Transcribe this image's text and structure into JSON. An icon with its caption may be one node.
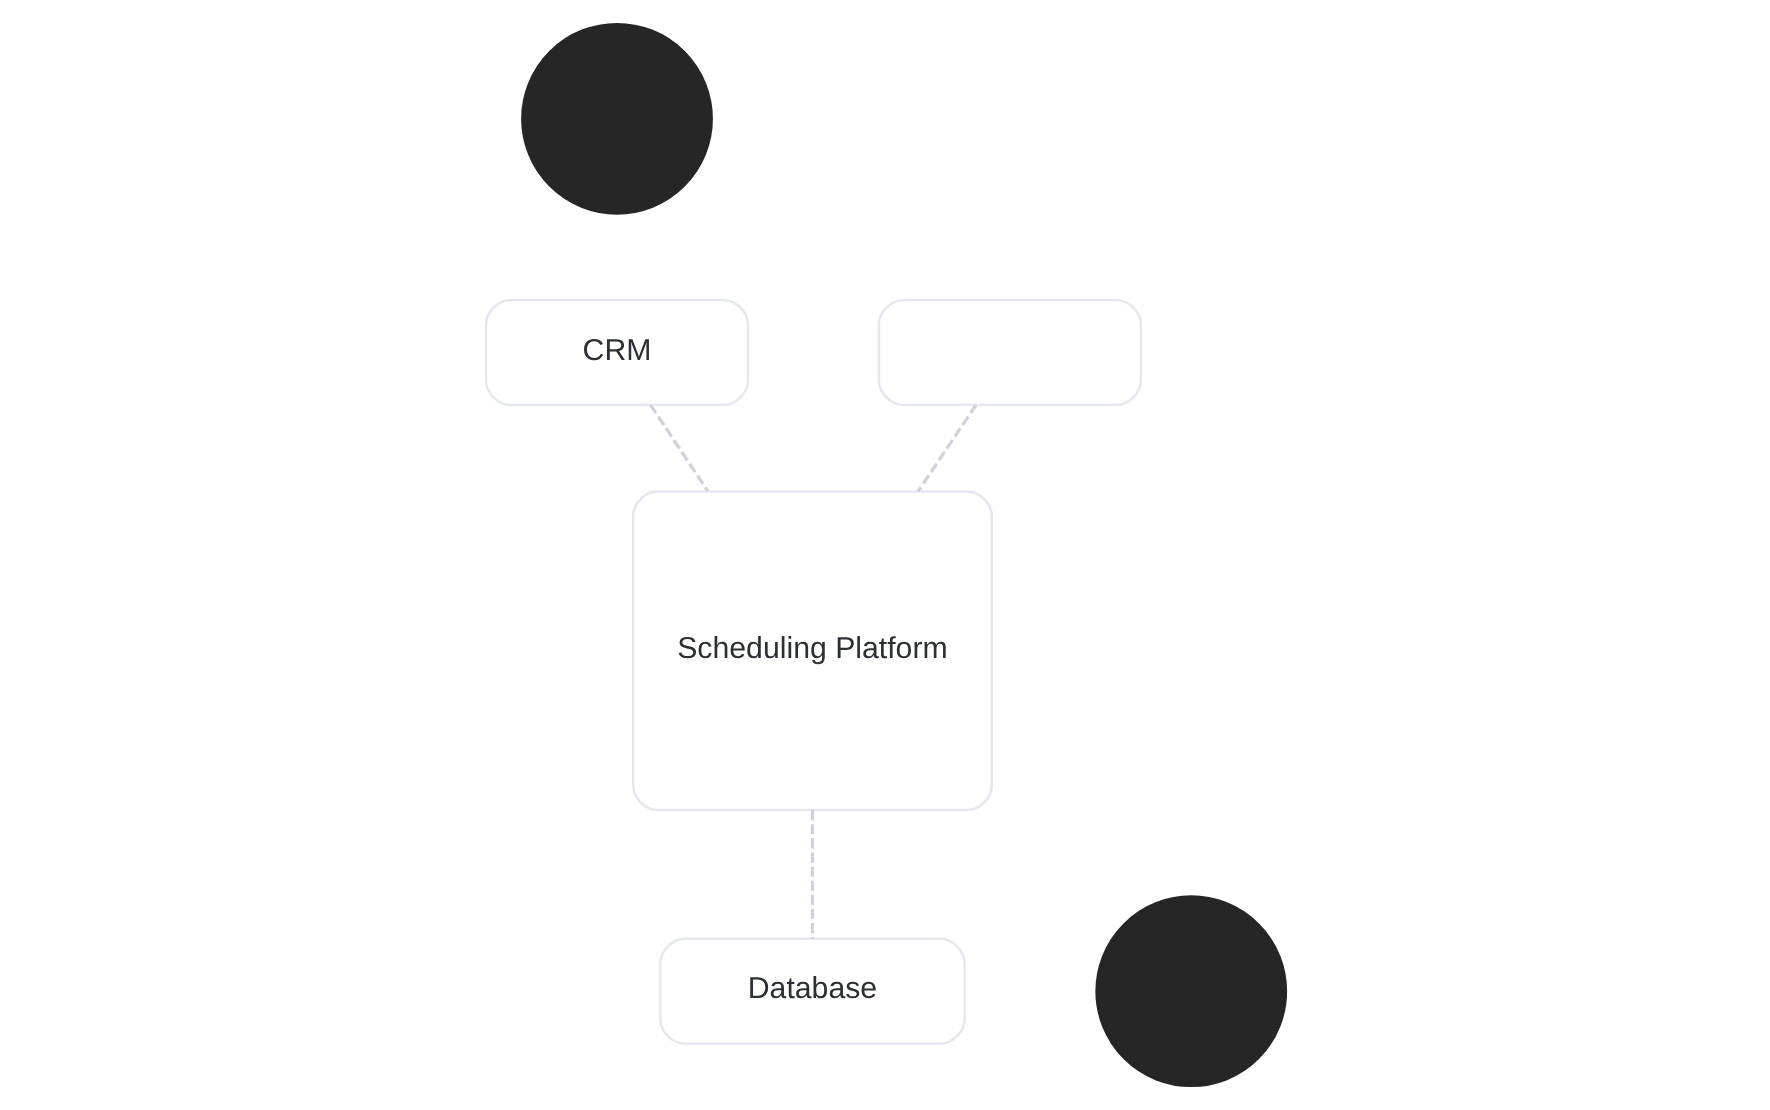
{
  "diagram": {
    "nodes": [
      {
        "text": [],
        "shape": "circle"
      },
      {
        "text": [
          "CRM"
        ]
      },
      {
        "text": [],
        "shape": "box"
      },
      {
        "text": [
          "Scheduling Platform"
        ]
      },
      {
        "text": [],
        "shape": "circle"
      },
      {
        "text": [
          "Database"
        ]
      }
    ],
    "edges": [
      {
        "from": 1,
        "to": 3,
        "arrow": "none",
        "style": "dashed"
      },
      {
        "from": 2,
        "to": 3,
        "arrow": "none",
        "style": "dashed"
      },
      {
        "from": 3,
        "to": 5,
        "arrow": "none",
        "style": "dashed"
      }
    ]
  }
}
